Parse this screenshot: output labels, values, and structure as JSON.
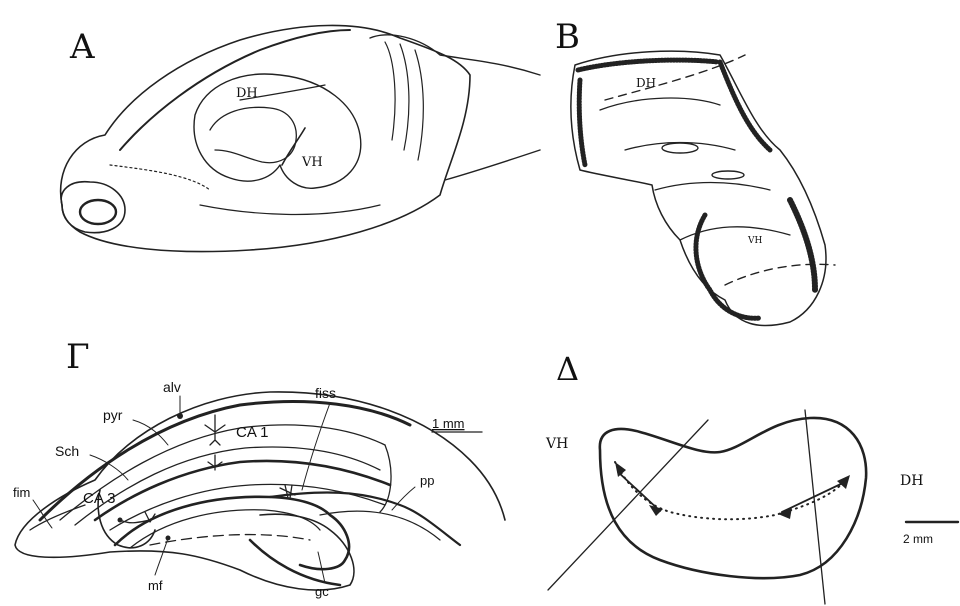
{
  "panels": {
    "a": {
      "letter": "A",
      "dh": "DH",
      "vh": "VH"
    },
    "b": {
      "letter": "B",
      "dh": "DH",
      "vh": "VH"
    },
    "g": {
      "letter": "Γ",
      "labels": {
        "alv": "alv",
        "pyr": "pyr",
        "sch": "Sch",
        "ca1": "CA 1",
        "ca3": "CA 3",
        "fiss": "fiss",
        "scale": "1 mm",
        "fim": "fim",
        "pp": "pp",
        "mf": "mf",
        "gc": "gc"
      }
    },
    "d": {
      "letter": "Δ",
      "vh": "VH",
      "dh": "DH",
      "scale": "2 mm"
    }
  }
}
